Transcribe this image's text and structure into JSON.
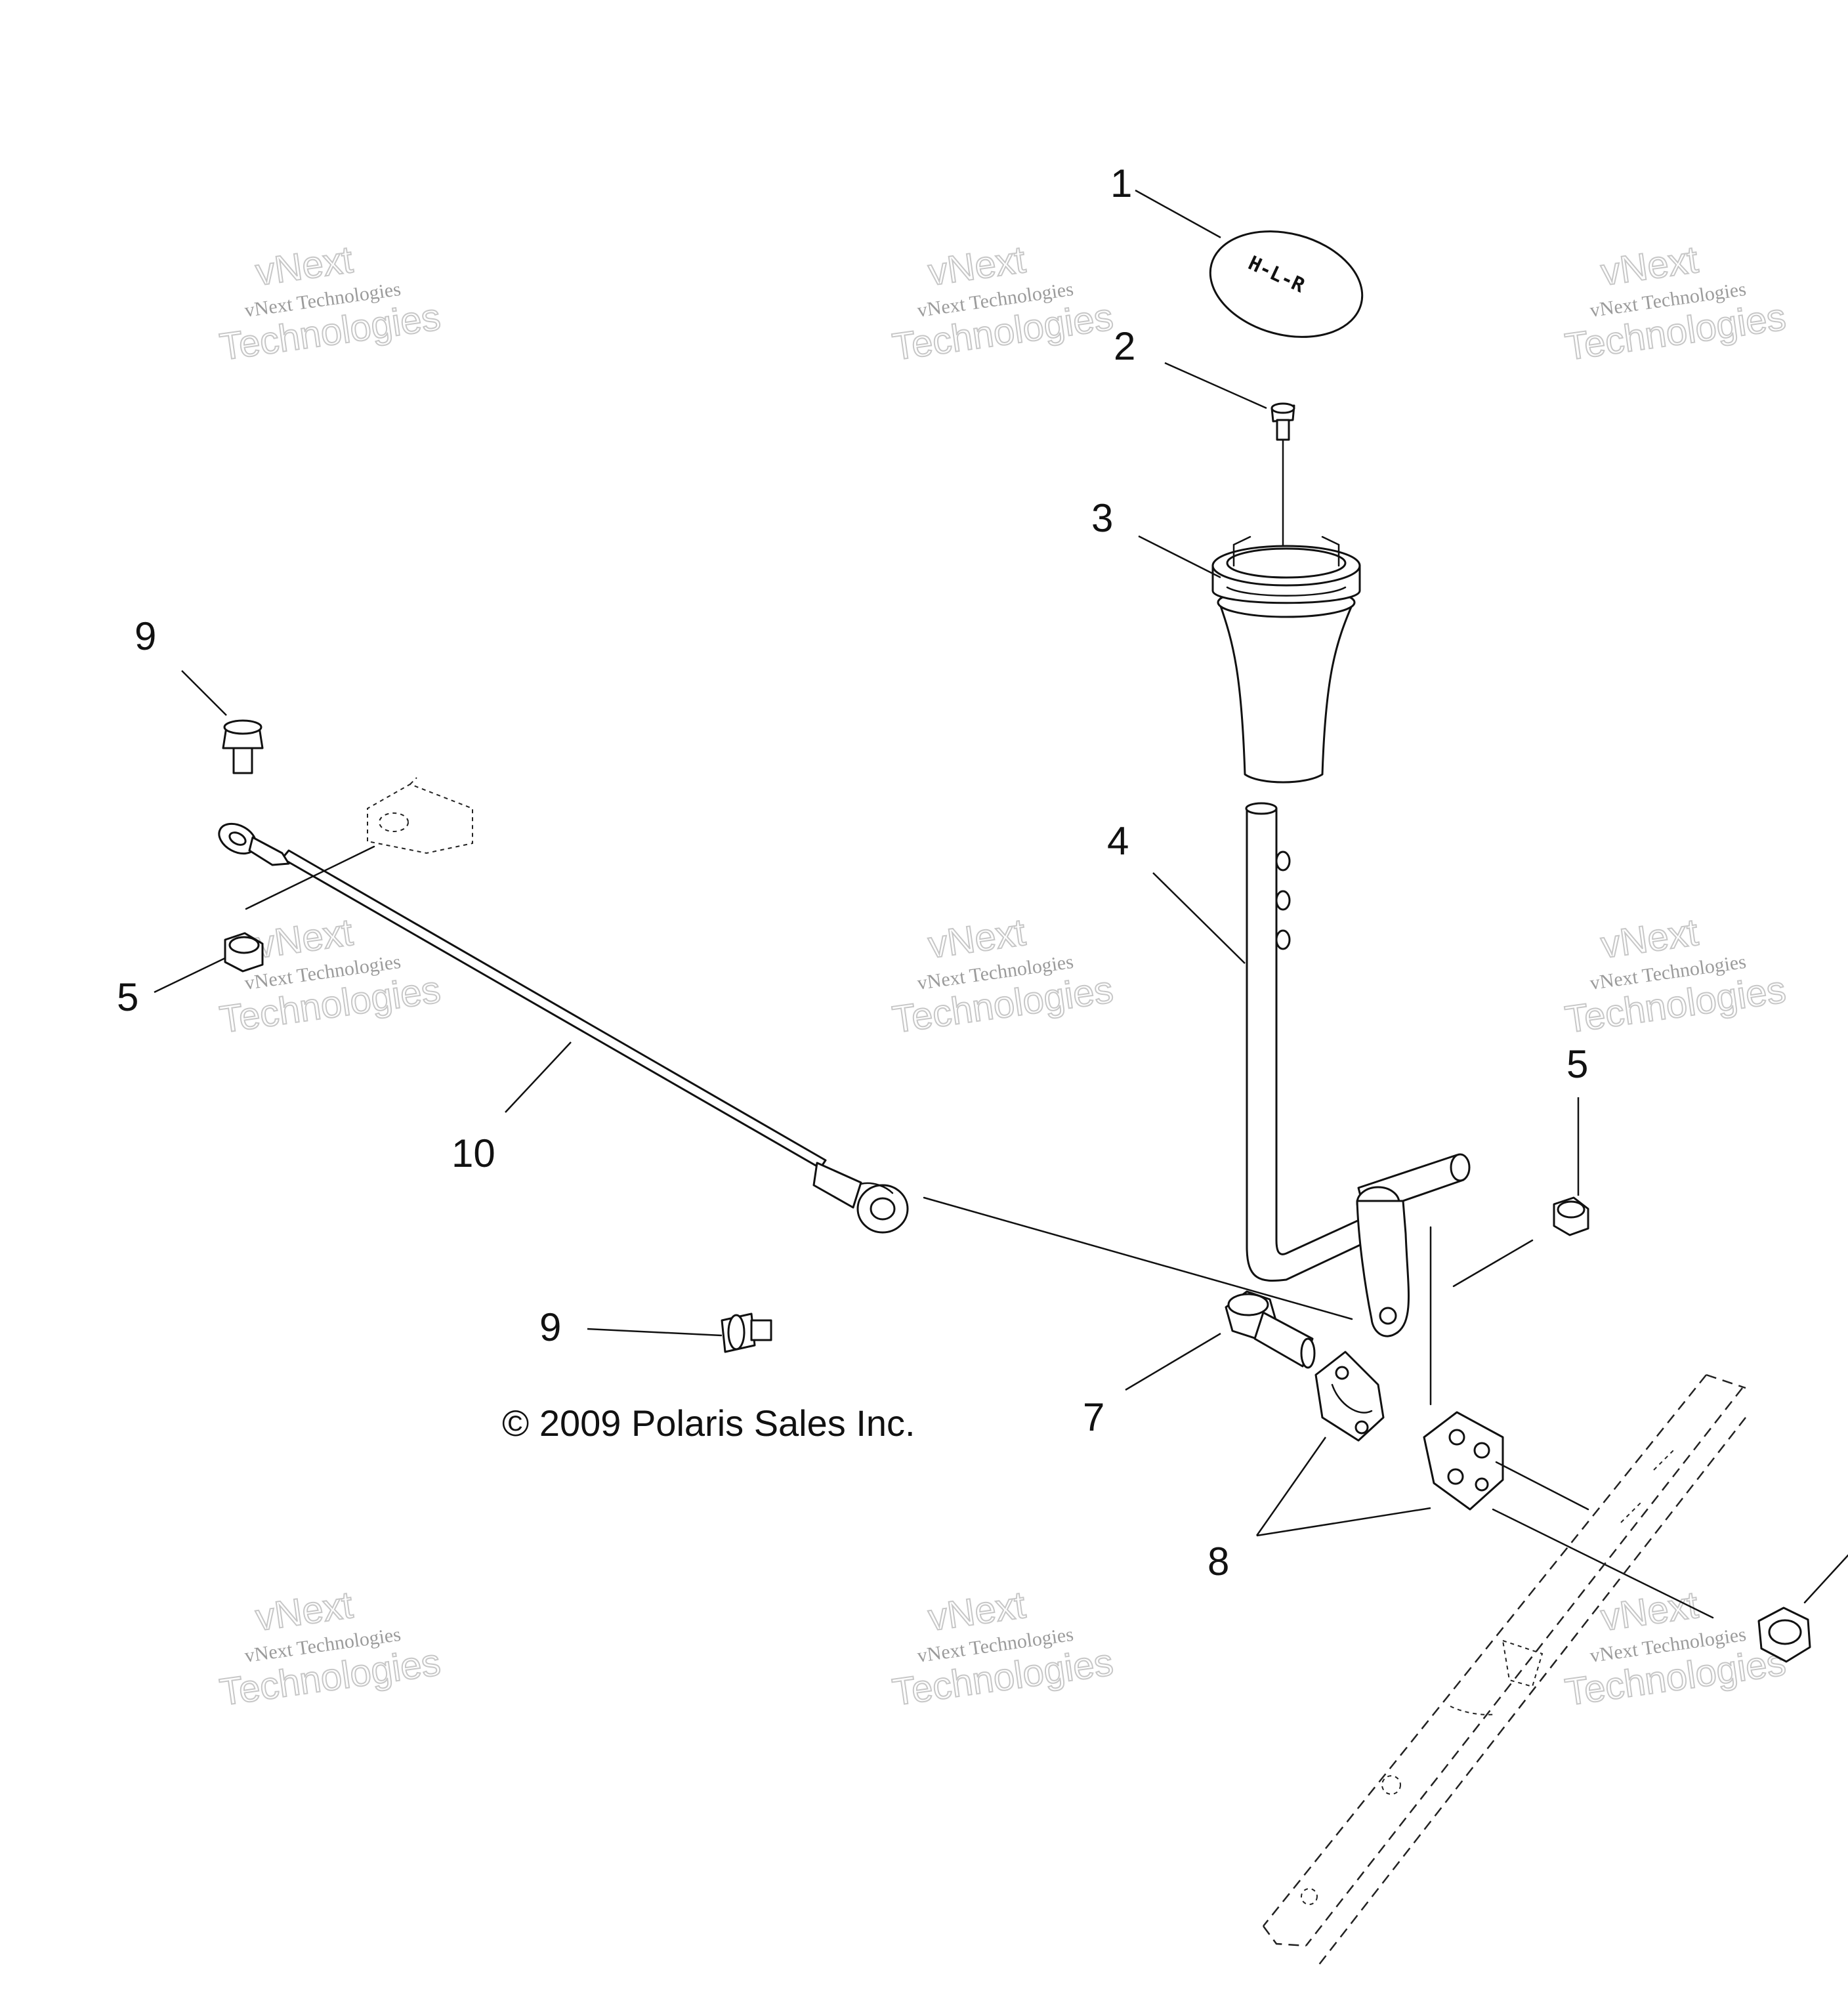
{
  "diagram": {
    "copyright": "© 2009 Polaris Sales Inc.",
    "knob_marking": "H-L-R",
    "watermark": {
      "line1": "vNext",
      "line2": "vNext Technologies",
      "line3": "Technologies"
    },
    "callouts": [
      {
        "id": "callout-1",
        "text": "1"
      },
      {
        "id": "callout-2",
        "text": "2"
      },
      {
        "id": "callout-3",
        "text": "3"
      },
      {
        "id": "callout-4",
        "text": "4"
      },
      {
        "id": "callout-5-left",
        "text": "5"
      },
      {
        "id": "callout-5-right",
        "text": "5"
      },
      {
        "id": "callout-7",
        "text": "7"
      },
      {
        "id": "callout-8",
        "text": "8"
      },
      {
        "id": "callout-9-top",
        "text": "9"
      },
      {
        "id": "callout-9-bottom",
        "text": "9"
      },
      {
        "id": "callout-10",
        "text": "10"
      }
    ]
  }
}
